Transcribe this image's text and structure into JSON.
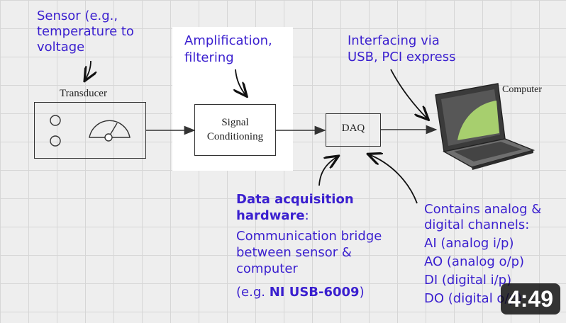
{
  "notes": {
    "sensor": [
      "Sensor (e.g.,",
      "temperature to",
      "voltage"
    ],
    "amplification": [
      "Amplification,",
      "filtering"
    ],
    "interfacing": [
      "Interfacing via",
      "USB, PCI express"
    ],
    "daq_title": [
      "Data acquisition",
      "hardware"
    ],
    "daq_title_suffix": ":",
    "daq_desc": [
      "Communication bridge",
      "between sensor &",
      "computer"
    ],
    "daq_example_prefix": "(e.g. ",
    "daq_example_bold": "NI USB-6009",
    "daq_example_suffix": ")",
    "channels": [
      "Contains analog &",
      "digital channels:",
      "AI (analog i/p)",
      "AO (analog o/p)",
      "DI (digital i/p)",
      "DO (digital o/p)"
    ]
  },
  "blocks": {
    "transducer": "Transducer",
    "signal_conditioning": [
      "Signal",
      "Conditioning"
    ],
    "daq": "DAQ",
    "computer": "Computer"
  },
  "video": {
    "duration": "4:49"
  }
}
